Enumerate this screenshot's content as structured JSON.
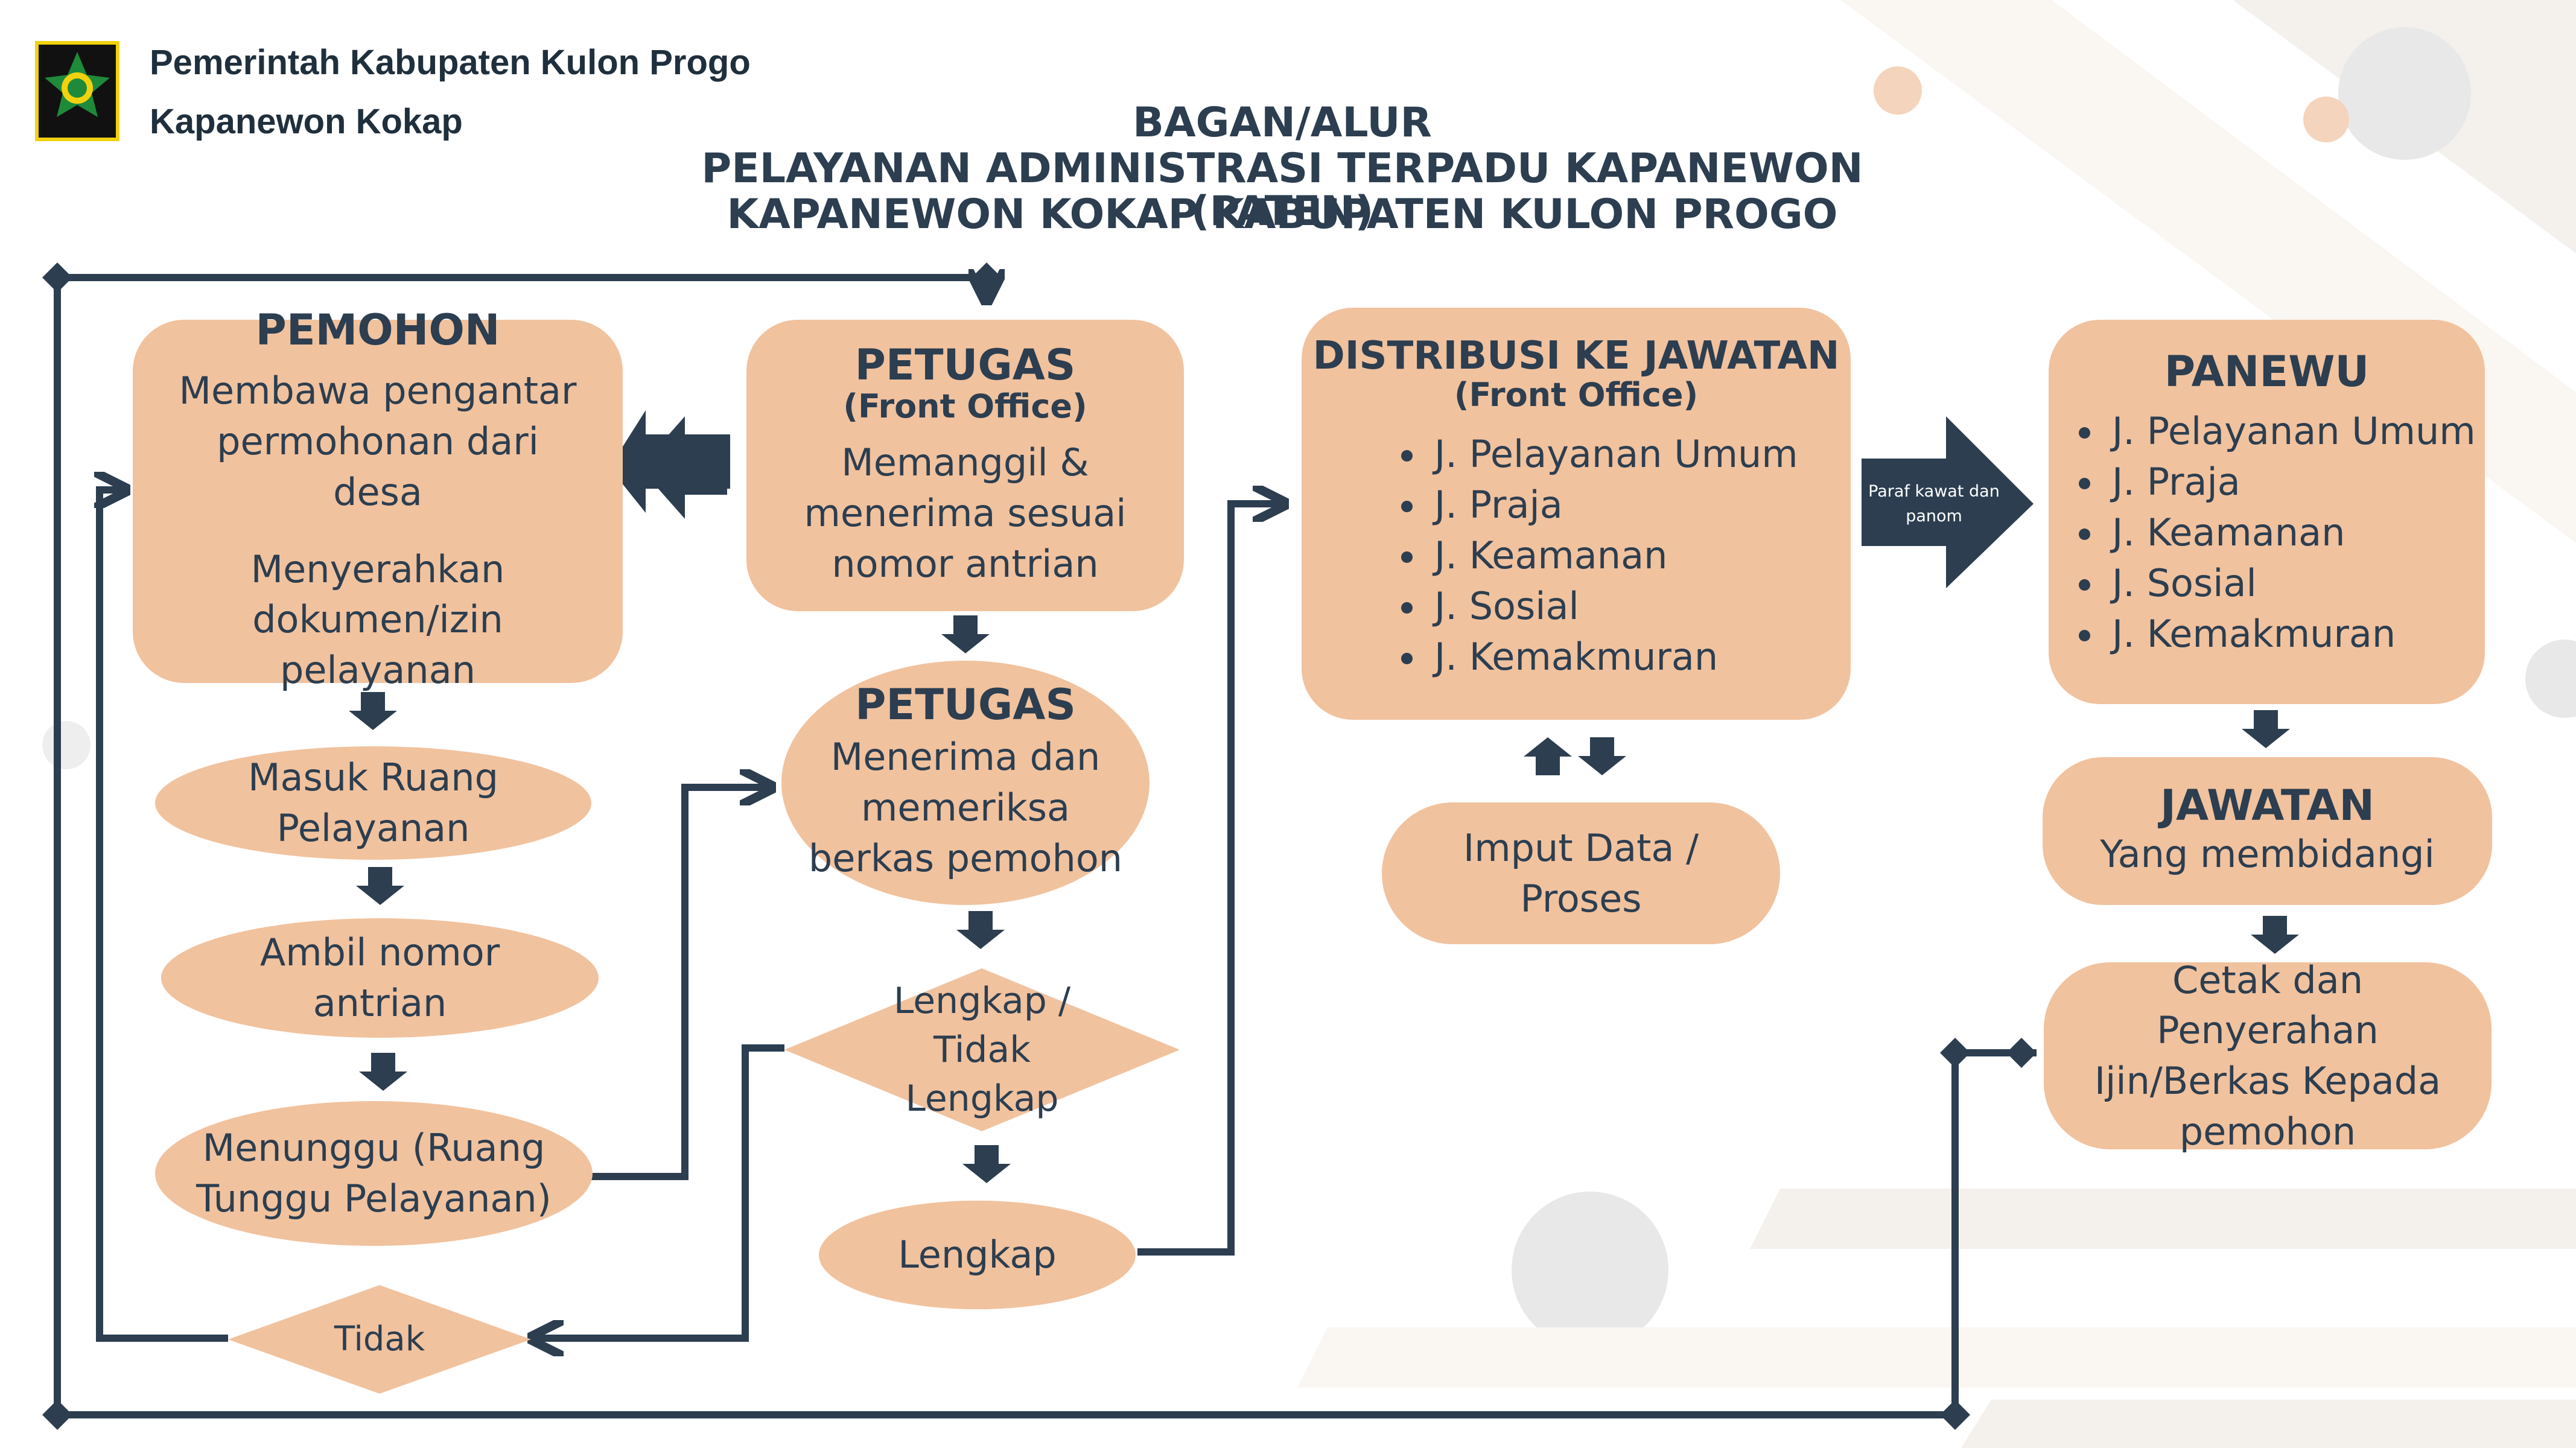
{
  "header": {
    "line1": "Pemerintah Kabupaten Kulon Progo",
    "line2": "Kapanewon Kokap"
  },
  "main_title": {
    "line1": "BAGAN/ALUR",
    "line2": "PELAYANAN ADMINISTRASI TERPADU KAPANEWON (PATEN)",
    "line3": "KAPANEWON KOKAP KABUPATEN KULON PROGO"
  },
  "pemohon": {
    "title": "PEMOHON",
    "text1": "Membawa pengantar permohonan dari desa",
    "text2": "Menyerahkan dokumen/izin pelayanan"
  },
  "petugas_front": {
    "title": "PETUGAS",
    "subtitle": "(Front Office)",
    "text": "Memanggil & menerima sesuai nomor antrian"
  },
  "petugas_check": {
    "title": "PETUGAS",
    "text": "Menerima dan memeriksa berkas pemohon"
  },
  "steps": {
    "masuk": "Masuk Ruang Pelayanan",
    "ambil": "Ambil nomor antrian",
    "menunggu": "Menunggu (Ruang Tunggu Pelayanan)",
    "tidak": "Tidak",
    "lengkap_tidak": "Lengkap / Tidak Lengkap",
    "lengkap": "Lengkap",
    "input": "Imput Data / Proses"
  },
  "distribusi": {
    "title": "DISTRIBUSI KE JAWATAN",
    "subtitle": "(Front Office)",
    "items": [
      "J. Pelayanan Umum",
      "J. Praja",
      "J. Keamanan",
      "J. Sosial",
      "J. Kemakmuran"
    ]
  },
  "arrow_label": "Paraf kawat dan panom",
  "panewu": {
    "title": "PANEWU",
    "items": [
      "J. Pelayanan Umum",
      "J. Praja",
      "J. Keamanan",
      "J. Sosial",
      "J. Kemakmuran"
    ]
  },
  "jawatan": {
    "title": "JAWATAN",
    "text": "Yang membidangi"
  },
  "cetak": {
    "text": "Cetak dan Penyerahan Ijin/Berkas Kepada pemohon"
  },
  "colors": {
    "node": "#f1c29e",
    "line": "#2c3e50",
    "logo_border": "#f2d20f"
  }
}
